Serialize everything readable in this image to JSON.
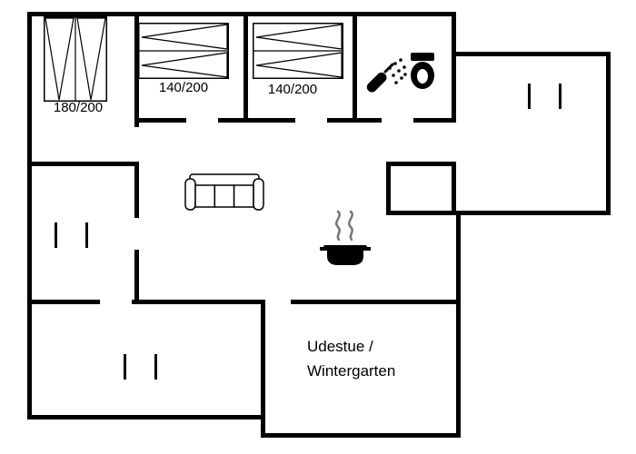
{
  "floorplan": {
    "title": "house-floor-plan",
    "colors": {
      "wall": "#000000",
      "background": "#ffffff",
      "steam": "#777777"
    },
    "rooms": {
      "bedroom1": {
        "bed_label": "180/200"
      },
      "bedroom2": {
        "bed_label": "140/200"
      },
      "bedroom3": {
        "bed_label": "140/200"
      },
      "conservatory": {
        "line1": "Udestue /",
        "line2": "Wintergarten"
      }
    },
    "icons": {
      "shower": "shower-icon",
      "toilet": "toilet-icon",
      "sofa": "sofa-icon",
      "cooking_pot": "cooking-pot-icon",
      "window_marks": "window-mark-pair",
      "double_bed": "double-bed-icon"
    }
  }
}
